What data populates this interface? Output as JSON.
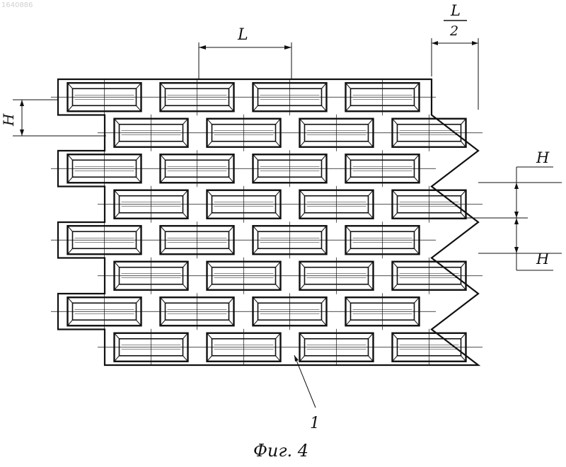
{
  "watermark": "1640886",
  "labels": {
    "pitch": "L",
    "half_pitch_num": "L",
    "half_pitch_den": "2",
    "height_left": "H",
    "height_right_top": "H",
    "height_right_bottom": "H",
    "callout": "1"
  },
  "caption": "Фиг. 4",
  "layout": {
    "rows": 8,
    "bricks_per_row": 4
  },
  "colors": {
    "ink": "#111111",
    "paper": "#ffffff"
  }
}
